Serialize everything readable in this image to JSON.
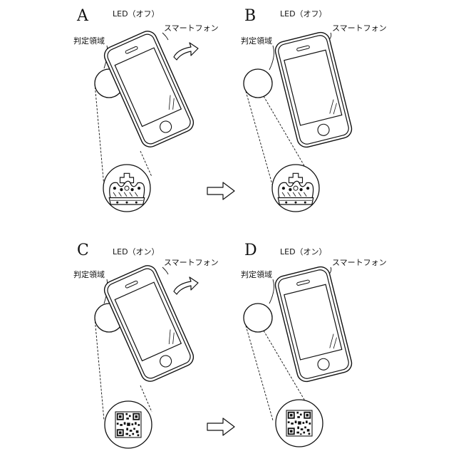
{
  "panels": [
    {
      "id": "A",
      "letter": "A",
      "led": "LED（オフ）",
      "phone": "スマートフォン",
      "region": "判定領域",
      "content": "crown",
      "phone_state": "tilted"
    },
    {
      "id": "B",
      "letter": "B",
      "led": "LED（オフ）",
      "phone": "スマートフォン",
      "region": "判定領域",
      "content": "crown",
      "phone_state": "upright"
    },
    {
      "id": "C",
      "letter": "C",
      "led": "LED（オン）",
      "phone": "スマートフォン",
      "region": "判定領域",
      "content": "qr-code",
      "phone_state": "tilted"
    },
    {
      "id": "D",
      "letter": "D",
      "led": "LED（オン）",
      "phone": "スマートフォン",
      "region": "判定領域",
      "content": "qr-code",
      "phone_state": "upright"
    }
  ],
  "icons": {
    "motion_arrow": "curved-right-arrow-icon",
    "transition_arrow": "right-arrow-icon"
  },
  "colors": {
    "ink": "#111111",
    "background": "#ffffff"
  }
}
